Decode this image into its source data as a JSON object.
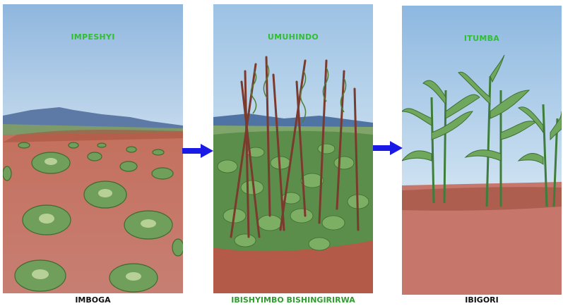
{
  "panels": [
    {
      "season": "IMPESHYI",
      "crop": "IMBOGA",
      "crop_color": "#111111"
    },
    {
      "season": "UMUHINDO",
      "crop": "IBISHYIMBO BISHINGIRIRWA",
      "crop_color": "#2f9e2f"
    },
    {
      "season": "ITUMBA",
      "crop": "IBIGORI",
      "crop_color": "#111111"
    }
  ],
  "colors": {
    "season_label": "#2fbf2f",
    "arrow": "#1a1ae6",
    "soil": "#b8665a",
    "sky": "#a9c9e6"
  },
  "icons": [
    "right-arrow-icon",
    "right-arrow-icon"
  ]
}
